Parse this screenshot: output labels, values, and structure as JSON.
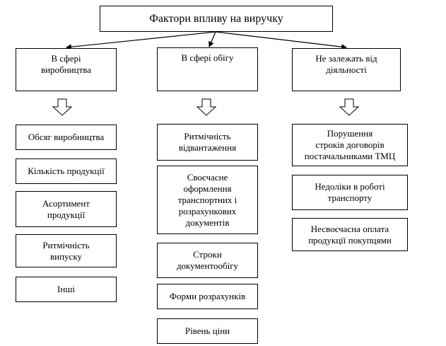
{
  "title": "Фактори впливу на виручку",
  "categories": [
    {
      "label": "В сфері\nвиробництва",
      "items": [
        "Обсяг виробництва",
        "Кількість продукції",
        "Асортимент\nпродукції",
        "Ритмічність\nвипуску",
        "Інші"
      ]
    },
    {
      "label": "В сфері обігу",
      "items": [
        "Ритмічність\nвідвантаження",
        "Своєчасне\nоформлення\nтранспортних і\nрозрахункових\nдокументів",
        "Строки\nдокументообігу",
        "Форми розрахунків",
        "Рівень ціни"
      ]
    },
    {
      "label": "Не залежать від\nдіяльності",
      "items": [
        "Порушення\nстроків договорів\nпостачальниками ТМЦ",
        "Недоліки в роботі\nтранспорту",
        "Несвоєчасна оплата\nпродукції покупцями"
      ]
    }
  ]
}
